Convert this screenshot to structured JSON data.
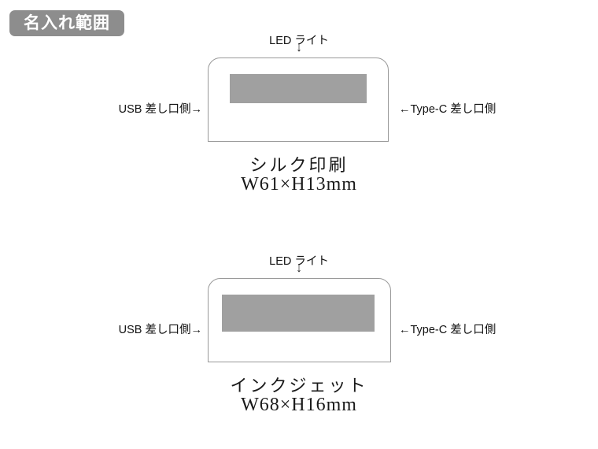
{
  "badge": {
    "label": "名入れ範囲"
  },
  "icons": {
    "down_arrow": "↓"
  },
  "colors": {
    "badge_bg": "#8d8d8d",
    "badge_text": "#ffffff",
    "print_area_fill": "#a0a0a0",
    "device_border": "#999999",
    "label_text": "#111111"
  },
  "diagrams": [
    {
      "led_label": "LED ライト",
      "left_label": "USB 差し口側→",
      "right_label": "←Type-C 差し口側",
      "method": "シルク印刷",
      "size": "W61×H13mm"
    },
    {
      "led_label": "LED ライト",
      "left_label": "USB 差し口側→",
      "right_label": "←Type-C 差し口側",
      "method": "インクジェット",
      "size": "W68×H16mm"
    }
  ]
}
